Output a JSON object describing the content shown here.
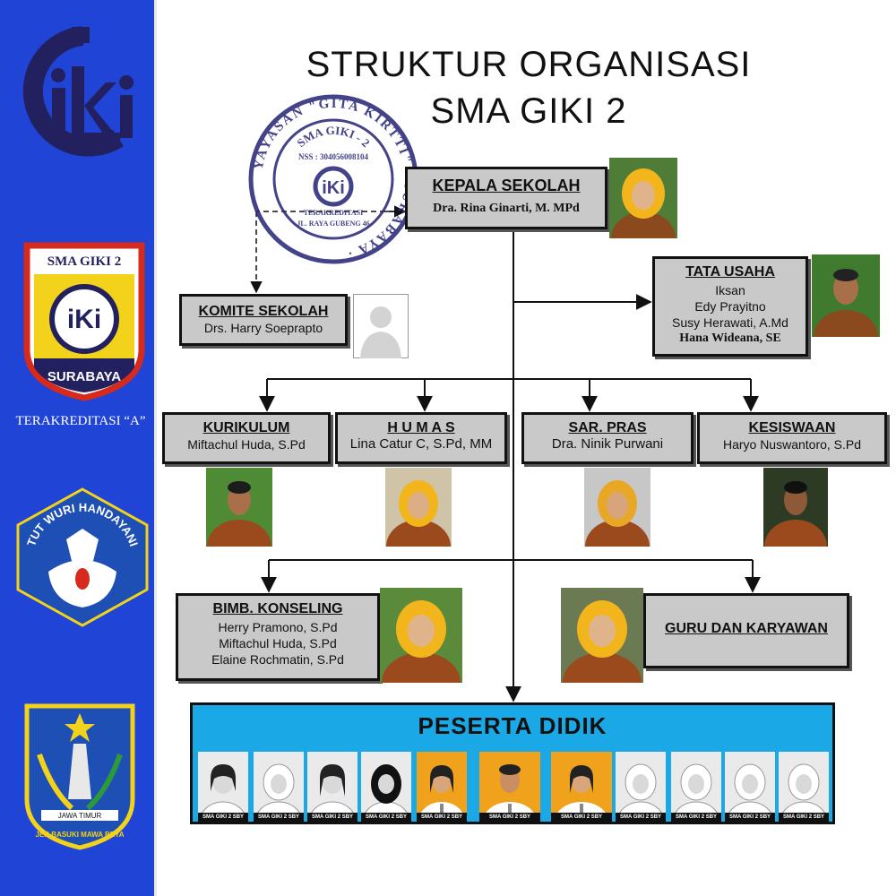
{
  "header": {
    "title_line1": "STRUKTUR ORGANISASI",
    "title_line2": "SMA GIKI 2"
  },
  "sidebar": {
    "badge_top": "SMA GIKI 2",
    "badge_bottom": "SURABAYA",
    "accreditation": "TERAKREDITASI “A”",
    "tut_wuri_text": "TUT WURI HANDAYANI",
    "jatim_text": "JAWA TIMUR",
    "jatim_motto": "JER BASUKI MAWA BEYA"
  },
  "stamp": {
    "ring_text": "YAYASAN \"GITA KIRTTI\" · SURABAYA ·",
    "inner_text": "SMA GIKI - 2",
    "nss": "NSS : 304056008104",
    "accr": "TERAKREDITASI",
    "address": "JL. RAYA GUBENG 46"
  },
  "org": {
    "kepala": {
      "title": "KEPALA SEKOLAH",
      "name": "Dra. Rina Ginarti, M. MPd"
    },
    "komite": {
      "title": "KOMITE SEKOLAH",
      "name": "Drs. Harry Soeprapto"
    },
    "tata_usaha": {
      "title": "TATA USAHA",
      "names": [
        "Iksan",
        "Edy Prayitno",
        "Susy Herawati, A.Md",
        "Hana Wideana, SE"
      ]
    },
    "kurikulum": {
      "title": "KURIKULUM",
      "name": "Miftachul Huda, S.Pd"
    },
    "humas": {
      "title": "H U M A S",
      "name": "Lina Catur C, S.Pd, MM"
    },
    "sarpras": {
      "title": "SAR. PRAS",
      "name": "Dra. Ninik Purwani"
    },
    "kesiswaan": {
      "title": "KESISWAAN",
      "name": "Haryo Nuswantoro, S.Pd"
    },
    "bk": {
      "title": "BIMB. KONSELING",
      "names": [
        "Herry Pramono, S.Pd",
        "Miftachul Huda, S.Pd",
        "Elaine Rochmatin, S.Pd"
      ]
    },
    "guru": {
      "title": "GURU DAN KARYAWAN"
    },
    "peserta": {
      "title": "PESERTA DIDIK",
      "caption": "SMA GIKI 2 SBY"
    }
  },
  "colors": {
    "sidebar": "#1f44d6",
    "box_fill": "#c9c9c9",
    "peserta_fill": "#1aa9e6",
    "batik": "#9b4a1e",
    "hijab": "#f2b51c",
    "logo_navy": "#23205f"
  }
}
